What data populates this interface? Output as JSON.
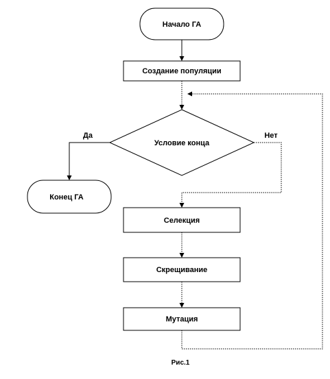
{
  "nodes": {
    "start": "Начало ГА",
    "create_population": "Создание популяции",
    "end_condition": "Условие конца",
    "end": "Конец ГА",
    "selection": "Селекция",
    "crossover": "Скрещивание",
    "mutation": "Мутация"
  },
  "branches": {
    "yes": "Да",
    "no": "Нет"
  },
  "caption": "Рис.1"
}
